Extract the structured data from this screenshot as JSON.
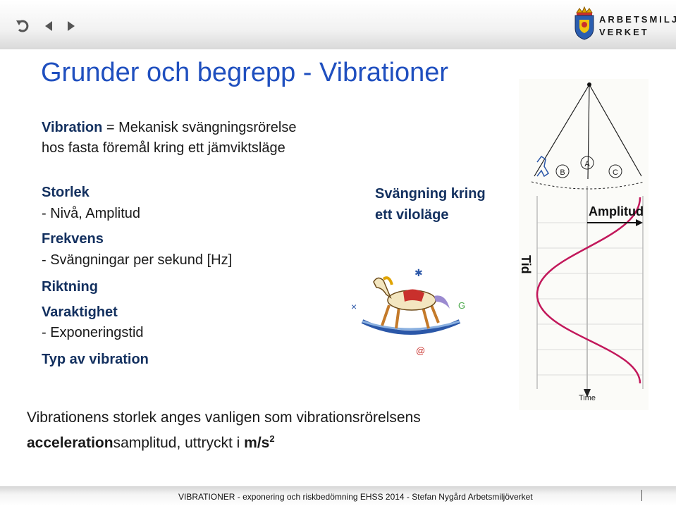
{
  "nav": {
    "undo": "undo-icon",
    "prev": "arrow-left-icon",
    "next": "arrow-right-icon"
  },
  "logo": {
    "line1": "ARBETSMILJÖ",
    "line2": "VERKET"
  },
  "title": "Grunder och begrepp - Vibrationer",
  "definition": {
    "term": "Vibration",
    "rest_line1": " = Mekanisk svängningsrörelse",
    "line2": "hos fasta föremål kring ett jämviktsläge"
  },
  "list": {
    "storlek": "Storlek",
    "storlek_sub": "- Nivå, Amplitud",
    "frekvens": "Frekvens",
    "frekvens_sub": "- Svängningar per sekund [Hz]",
    "riktning": "Riktning",
    "varaktighet": "Varaktighet",
    "varaktighet_sub": "- Exponeringstid",
    "typ": "Typ av vibration"
  },
  "swing": {
    "line1": "Svängning kring",
    "line2": "ett viloläge"
  },
  "figure": {
    "points": [
      "B",
      "A",
      "C"
    ],
    "amplitude_label": "Amplitud",
    "tid_label": "Tid",
    "time_label": "Time"
  },
  "bottom": {
    "line1": "Vibrationens storlek anges vanligen som vibrationsrörelsens",
    "bold": "acceleration",
    "rest": "samplitud, uttryckt i ",
    "unit": "m/s",
    "sup": "2"
  },
  "footer": "VIBRATIONER - exponering och riskbedömning  EHSS 2014 - Stefan Nygård Arbetsmiljöverket"
}
